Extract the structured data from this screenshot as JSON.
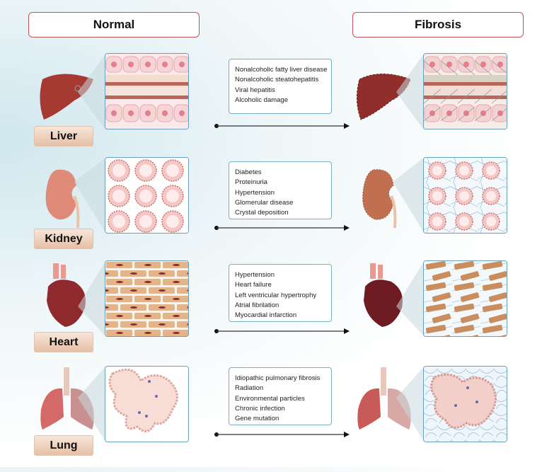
{
  "headers": {
    "normal": "Normal",
    "fibrosis": "Fibrosis"
  },
  "rows": [
    {
      "organ": "Liver",
      "causes": [
        "Nonalcoholic fatty liver disease",
        "Nonalcoholic steatohepatitis",
        "Viral hepatitis",
        "Alcoholic damage"
      ]
    },
    {
      "organ": "Kidney",
      "causes": [
        "Diabetes",
        "Proteinuria",
        "Hypertension",
        "Glomerular disease",
        "Crystal deposition"
      ]
    },
    {
      "organ": "Heart",
      "causes": [
        "Hypertension",
        "Heart failure",
        "Left ventricular hypertrophy",
        "Atrial fibrilation",
        "Myocardial infarction"
      ]
    },
    {
      "organ": "Lung",
      "causes": [
        "Idiopathic pulmonary fibrosis",
        "Radiation",
        "Environmental particles",
        "Chronic infection",
        "Gene  mutation"
      ]
    }
  ],
  "colors": {
    "header_border": "#c0525a",
    "box_border": "#7aaec2",
    "liver": "#a63a32",
    "kidney": "#e08a7a",
    "heart": "#8e2a2e",
    "lung": "#d46a68"
  }
}
